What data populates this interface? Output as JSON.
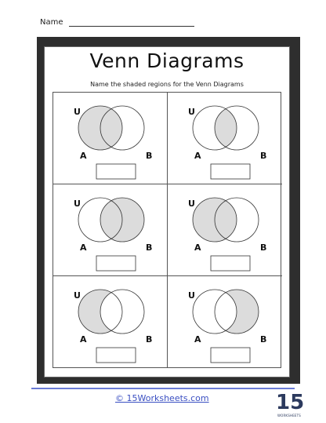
{
  "header": {
    "name_label": "Name"
  },
  "title": "Venn Diagrams",
  "subtitle": "Name the shaded regions for the Venn Diagrams",
  "labels": {
    "universe": "U",
    "set_a": "A",
    "set_b": "B"
  },
  "colors": {
    "shade": "#dcdcdc",
    "frame": "#2e2e2e",
    "footer_link": "#3a4fc2",
    "footer_rule": "#6a7bd6"
  },
  "diagrams": [
    {
      "shaded": "A"
    },
    {
      "shaded": "A ∩ B"
    },
    {
      "shaded": "B"
    },
    {
      "shaded": "A"
    },
    {
      "shaded": "A only"
    },
    {
      "shaded": "B only"
    }
  ],
  "footer": {
    "link_text": "© 15Worksheets.com",
    "logo_number": "15",
    "logo_text": "WORKSHEETS"
  }
}
